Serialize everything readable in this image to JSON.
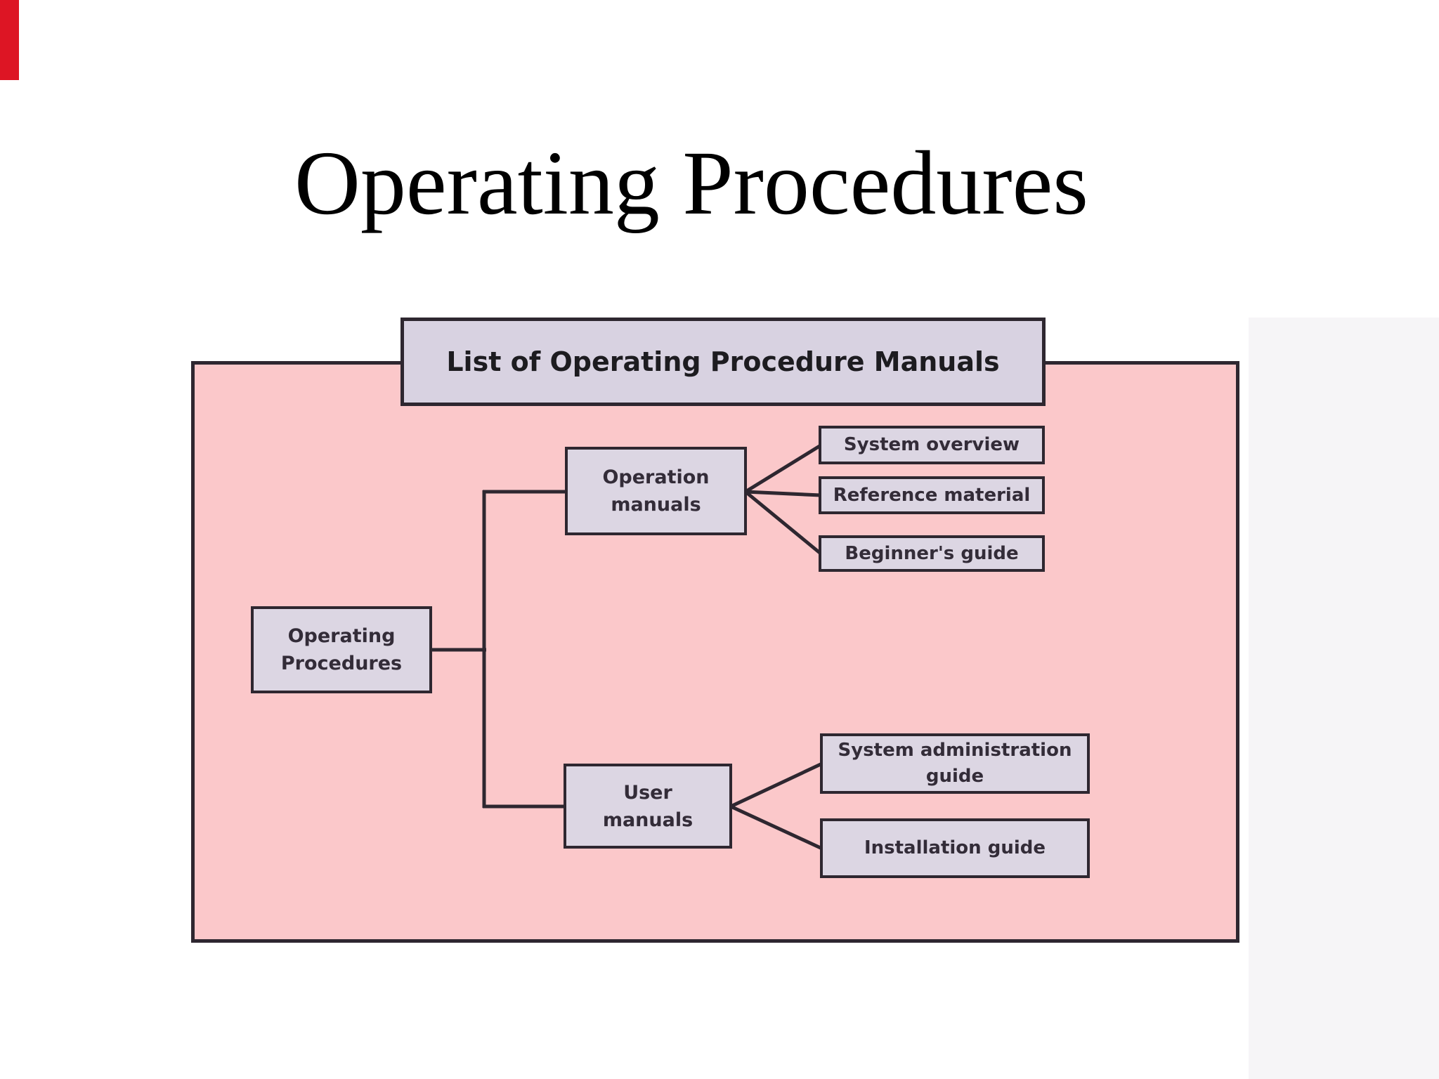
{
  "slide": {
    "title": "Operating Procedures"
  },
  "diagram": {
    "heading": "List of Operating Procedure Manuals",
    "nodes": {
      "root": {
        "label": "Operating\nProcedures"
      },
      "operation_manuals": {
        "label": "Operation\nmanuals"
      },
      "user_manuals": {
        "label": "User\nmanuals"
      },
      "system_overview": {
        "label": "System overview"
      },
      "reference_material": {
        "label": "Reference material"
      },
      "beginners_guide": {
        "label": "Beginner's guide"
      },
      "system_administration_guide": {
        "label": "System administration\nguide"
      },
      "installation_guide": {
        "label": "Installation guide"
      }
    },
    "edges": [
      "root -> operation_manuals",
      "root -> user_manuals",
      "operation_manuals -> system_overview",
      "operation_manuals -> reference_material",
      "operation_manuals -> beginners_guide",
      "user_manuals -> system_administration_guide",
      "user_manuals -> installation_guide"
    ]
  },
  "colors": {
    "bg": "#ffffff",
    "pink": "#fbc8ca",
    "lav": "#dcd6e3",
    "headfill": "#d8d2e1",
    "line": "#2e2730",
    "nodetext": "#332c38",
    "headtext": "#1d1c20",
    "titletext": "#000000",
    "red": "#dd1524",
    "gray": "#f6f5f7"
  }
}
